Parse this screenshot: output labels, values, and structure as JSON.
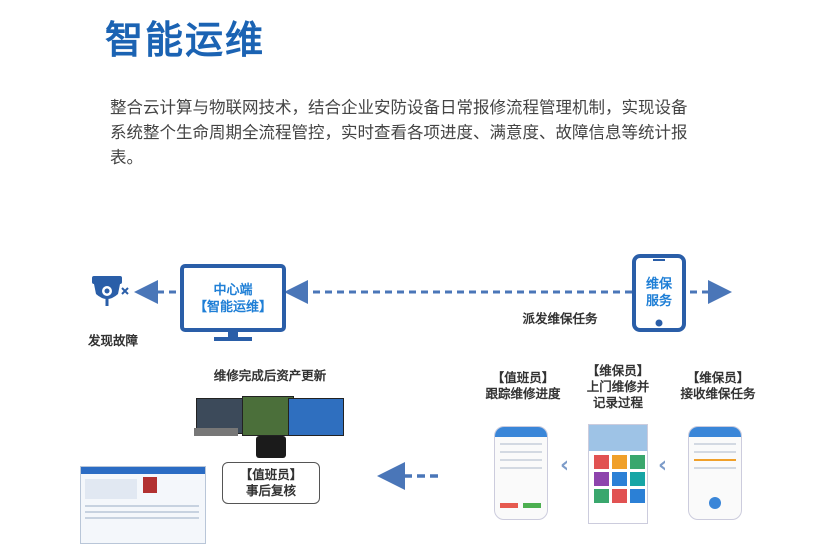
{
  "title": "智能运维",
  "description": "整合云计算与物联网技术，结合企业安防设备日常报修流程管理机制，实现设备系统整个生命周期全流程管控，实时查看各项进度、满意度、故障信息等统计报表。",
  "nodes": {
    "camera_label": "发现故障",
    "center_line1": "中心端",
    "center_line2": "【智能运维】",
    "phone_line1": "维保",
    "phone_line2": "服务",
    "dispatch_label": "派发维保任务",
    "asset_update_label": "维修完成后资产更新",
    "review_line1": "【值班员】",
    "review_line2": "事后复核",
    "track_line1": "【值班员】",
    "track_line2": "跟踪维修进度",
    "record_line1": "【维保员】",
    "record_line2": "上门维修并",
    "record_line3": "记录过程",
    "receive_line1": "【维保员】",
    "receive_line2": "接收维保任务"
  },
  "colors": {
    "title": "#1b63b3",
    "accent": "#1f7fd6",
    "dashed_arrow": "#4a76b8",
    "chevron": "#7d9cc9"
  },
  "icons": {
    "camera": "security-camera-icon",
    "monitor": "monitor-icon",
    "phone": "smartphone-icon"
  }
}
